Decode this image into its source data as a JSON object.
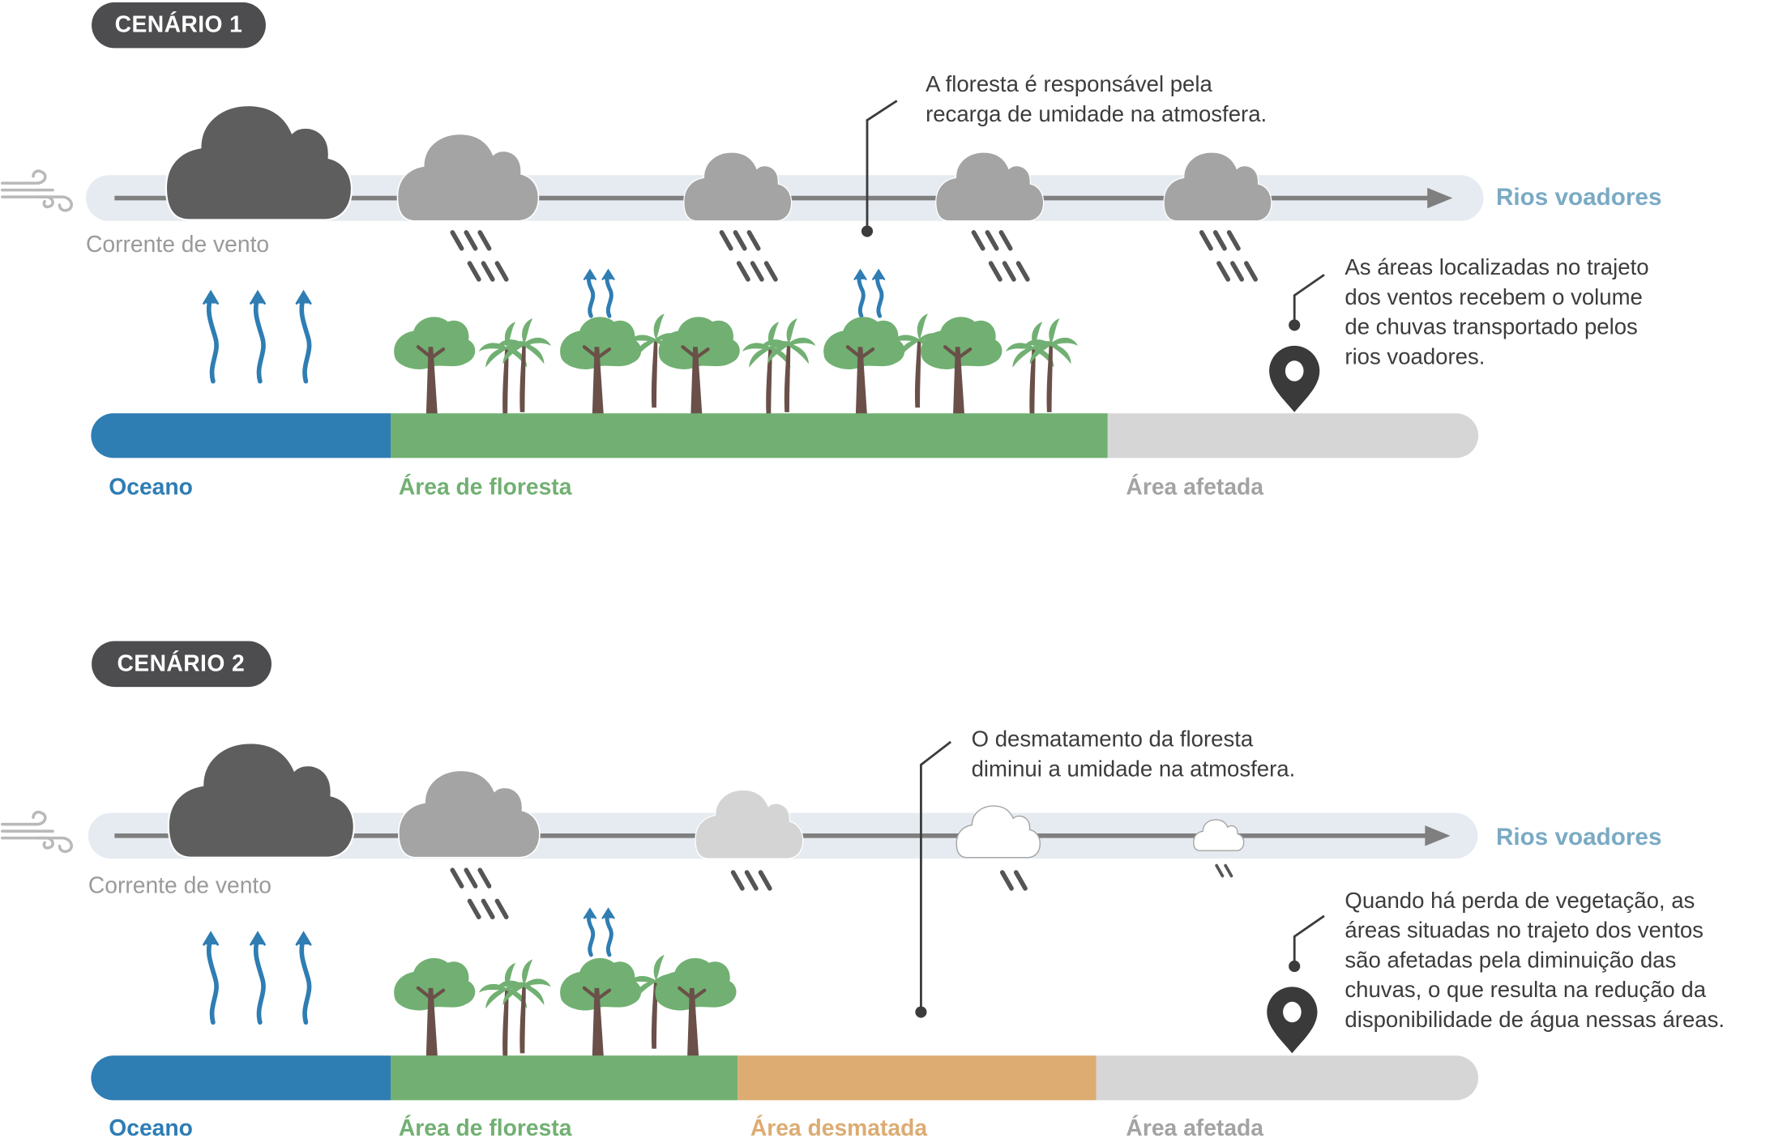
{
  "colors": {
    "badge": "#4d4d4f",
    "ocean": "#2e7db3",
    "forest": "#71b072",
    "deforested": "#dcac73",
    "affected": "#d6d6d6",
    "band": "#e6ebf1",
    "arrow_line": "#7f7f7f",
    "cloud_dark": "#5e5e5e",
    "cloud_mid": "#a4a4a4",
    "cloud_light": "#d4d4d4",
    "trunk": "#6a5049",
    "rain": "#555555",
    "pin": "#3a3a3a",
    "rios_label": "#7aaac4"
  },
  "scenarios": [
    {
      "badge": "CENÁRIO 1",
      "wind_label": "Corrente de vento",
      "rios_label": "Rios voadores",
      "callout_top": [
        "A floresta é responsável pela",
        "recarga de umidade na atmosfera."
      ],
      "callout_right": [
        "As áreas localizadas no trajeto",
        "dos ventos recebem o volume",
        "de chuvas transportado pelos",
        "rios voadores."
      ],
      "segments": [
        {
          "label": "Oceano",
          "type": "ocean"
        },
        {
          "label": "Área de floresta",
          "type": "forest"
        },
        {
          "label": "Área afetada",
          "type": "affected"
        }
      ],
      "icons": {
        "wind": "wind-icon",
        "pin": "location-pin-icon",
        "cloud": "cloud-icon",
        "rain": "rain-icon",
        "evaporation": "evaporation-arrow-icon",
        "tree": "tree-icon"
      }
    },
    {
      "badge": "CENÁRIO 2",
      "wind_label": "Corrente de vento",
      "rios_label": "Rios voadores",
      "callout_top": [
        "O desmatamento da floresta",
        "diminui a umidade na atmosfera."
      ],
      "callout_right": [
        "Quando há perda de vegetação, as",
        "áreas situadas no trajeto dos ventos",
        "são afetadas pela diminuição das",
        "chuvas, o que resulta na redução da",
        "disponibilidade de água nessas áreas."
      ],
      "segments": [
        {
          "label": "Oceano",
          "type": "ocean"
        },
        {
          "label": "Área de floresta",
          "type": "forest"
        },
        {
          "label": "Área desmatada",
          "type": "deforested"
        },
        {
          "label": "Área afetada",
          "type": "affected"
        }
      ],
      "icons": {
        "wind": "wind-icon",
        "pin": "location-pin-icon",
        "cloud": "cloud-icon",
        "rain": "rain-icon",
        "evaporation": "evaporation-arrow-icon",
        "tree": "tree-icon"
      }
    }
  ]
}
